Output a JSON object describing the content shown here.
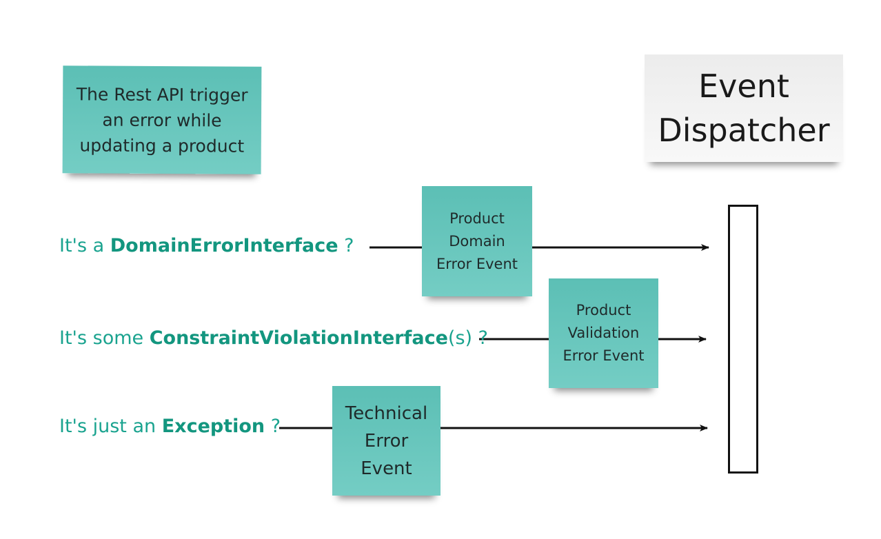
{
  "notes": {
    "trigger": "The Rest API trigger\nan error while\nupdating a product",
    "domain_event": "Product\nDomain\nError Event",
    "validation_event": "Product\nValidation\nError Event",
    "technical_event": "Technical\nError\nEvent"
  },
  "dispatcher": {
    "title": "Event\nDispatcher"
  },
  "questions": {
    "domain": {
      "prefix": "It's a ",
      "bold": "DomainErrorInterface",
      "suffix": " ?"
    },
    "constraint": {
      "prefix": "It's some ",
      "bold": "ConstraintViolationInterface",
      "suffix": "(s) ?"
    },
    "exception": {
      "prefix": "It's just an ",
      "bold": "Exception",
      "suffix": " ?"
    }
  },
  "colors": {
    "sticky": "#6cc9bf",
    "question_text": "#1aa38f",
    "arrow": "#111111"
  }
}
